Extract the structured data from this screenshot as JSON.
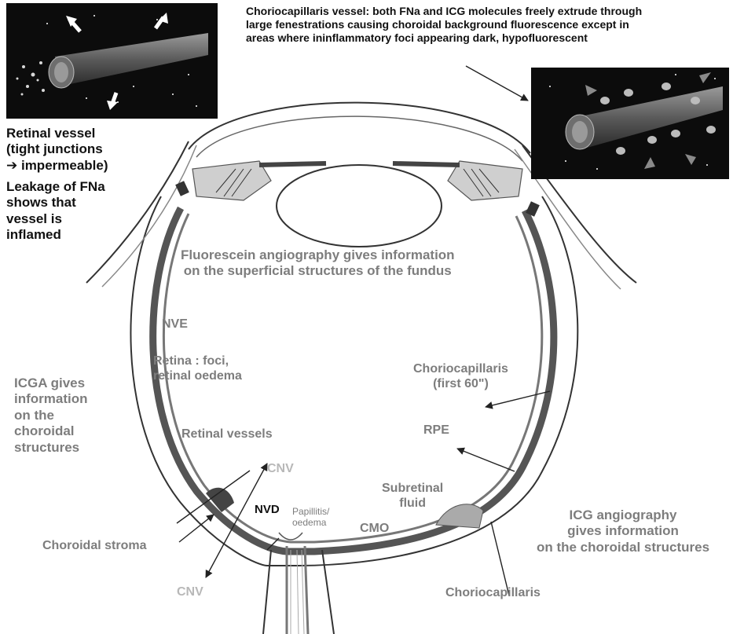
{
  "callouts": {
    "choriocapillaris_vessel": [
      "Choriocapillaris vessel: both FNa and ICG molecules freely extrude through",
      "large fenestrations causing  choroidal background fluorescence except in",
      "areas  where ininflammatory foci appearing dark, hypofluorescent"
    ],
    "retinal_vessel": [
      "Retinal vessel",
      "(tight junctions",
      "➔ impermeable)"
    ],
    "leakage": [
      "Leakage of FNa",
      "shows that",
      "vessel is",
      "inflamed"
    ],
    "fluorescein_angiography": [
      "Fluorescein angiography gives information",
      "on the superficial structures of the fundus"
    ],
    "icga": [
      "ICGA gives",
      "information",
      "on the",
      "choroidal",
      "structures"
    ],
    "icg_angiography": [
      "ICG angiography",
      "gives information",
      "on the choroidal structures"
    ]
  },
  "labels": {
    "nve": "NVE",
    "retina": [
      "Retina : foci,",
      "retinal oedema"
    ],
    "retinal_vessels": "Retinal vessels",
    "cnv_top": "CNV",
    "cnv_bottom": "CNV",
    "choriocapillaris_upper": [
      "Choriocapillaris",
      "(first 60\")"
    ],
    "rpe": "RPE",
    "subretinal_fluid": [
      "Subretinal",
      "fluid"
    ],
    "nvd": "NVD",
    "papillitis": [
      "Papillitis/",
      "oedema"
    ],
    "cmo": "CMO",
    "choroidal_stroma": "Choroidal stroma",
    "choriocapillaris_lower": "Choriocapillaris"
  }
}
